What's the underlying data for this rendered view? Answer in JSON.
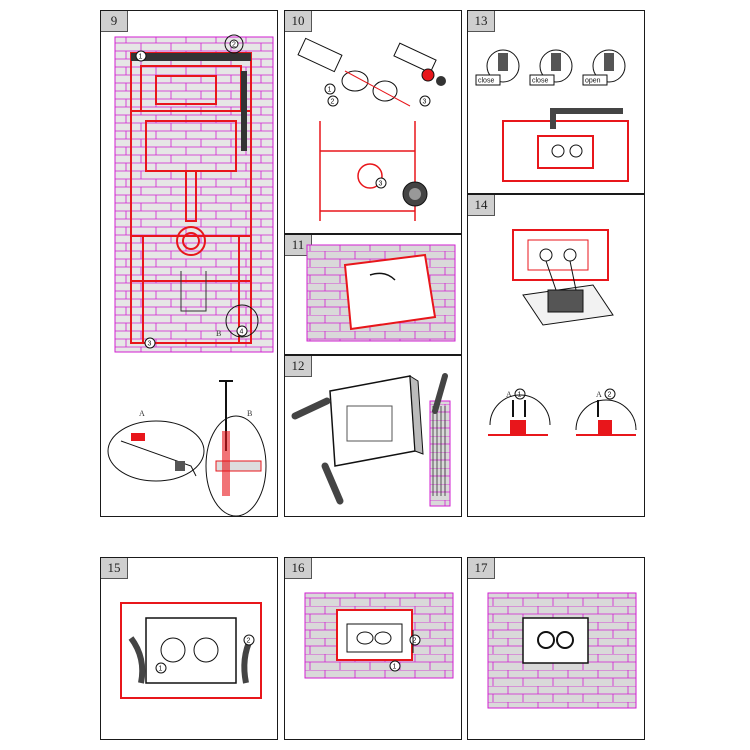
{
  "panels": {
    "p9": {
      "number": "9",
      "labels": {
        "one_top": "1",
        "two_top": "2",
        "three_bottom": "3",
        "four_bottom": "4",
        "b_label": "B",
        "a_detail": "A",
        "b_detail": "B"
      }
    },
    "p10": {
      "number": "10",
      "labels": {
        "one": "1",
        "two": "2",
        "three": "3",
        "three_b": "3"
      }
    },
    "p11": {
      "number": "11"
    },
    "p12": {
      "number": "12"
    },
    "p13": {
      "number": "13",
      "labels": {
        "close1": "close",
        "close2": "close",
        "open": "open"
      }
    },
    "p14": {
      "number": "14",
      "labels": {
        "a1": "A",
        "one": "1",
        "a2": "A",
        "two": "2"
      }
    },
    "p15": {
      "number": "15",
      "labels": {
        "one": "1",
        "two": "2"
      }
    },
    "p16": {
      "number": "16",
      "labels": {
        "one": "1",
        "two": "2"
      }
    },
    "p17": {
      "number": "17"
    }
  },
  "colors": {
    "accent_red": "#e8161b",
    "magenta_wall": "#d21ed2",
    "wall_grey": "#d9d9d9",
    "line": "#1a1a1a"
  }
}
